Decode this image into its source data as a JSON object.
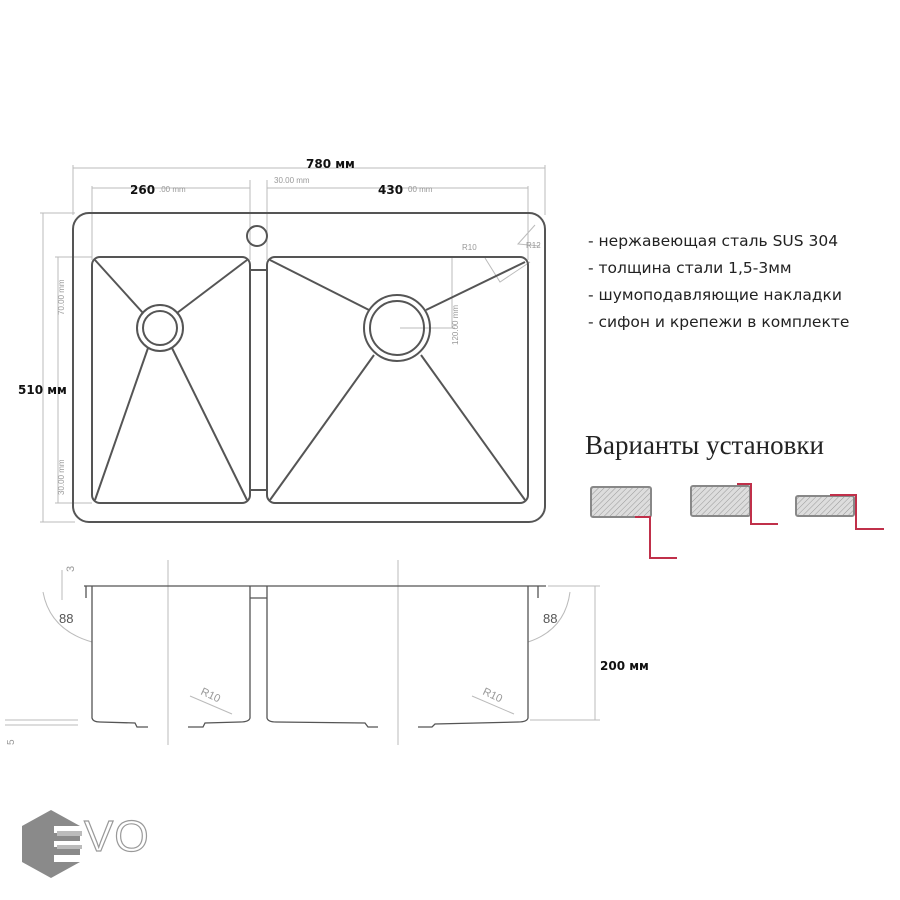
{
  "top_view": {
    "width_label": "780 мм",
    "left_bowl_label": "260",
    "left_bowl_suffix": ".00 mm",
    "gap_label": "30.00 mm",
    "right_bowl_label": "430",
    "right_bowl_suffix": "00 mm",
    "height_label": "510 мм",
    "dim_70": "70.00 mm",
    "dim_30": "30.00 mm",
    "dim_120": "120.00 mm",
    "r10": "R10",
    "r12": "R12"
  },
  "side_view": {
    "dim_3": "3",
    "angle_left": "88",
    "angle_right": "88",
    "r10_left": "R10",
    "r10_right": "R10",
    "depth_label": "200 мм",
    "dim_5": "5"
  },
  "features": [
    "- нержавеющая сталь SUS 304",
    "- толщина стали 1,5-3мм",
    "- шумоподавляющие накладки",
    "- сифон и крепежи в комплекте"
  ],
  "install": {
    "title": "Варианты установки",
    "accent_color": "#c0304a"
  },
  "logo": {
    "text": "VO"
  }
}
